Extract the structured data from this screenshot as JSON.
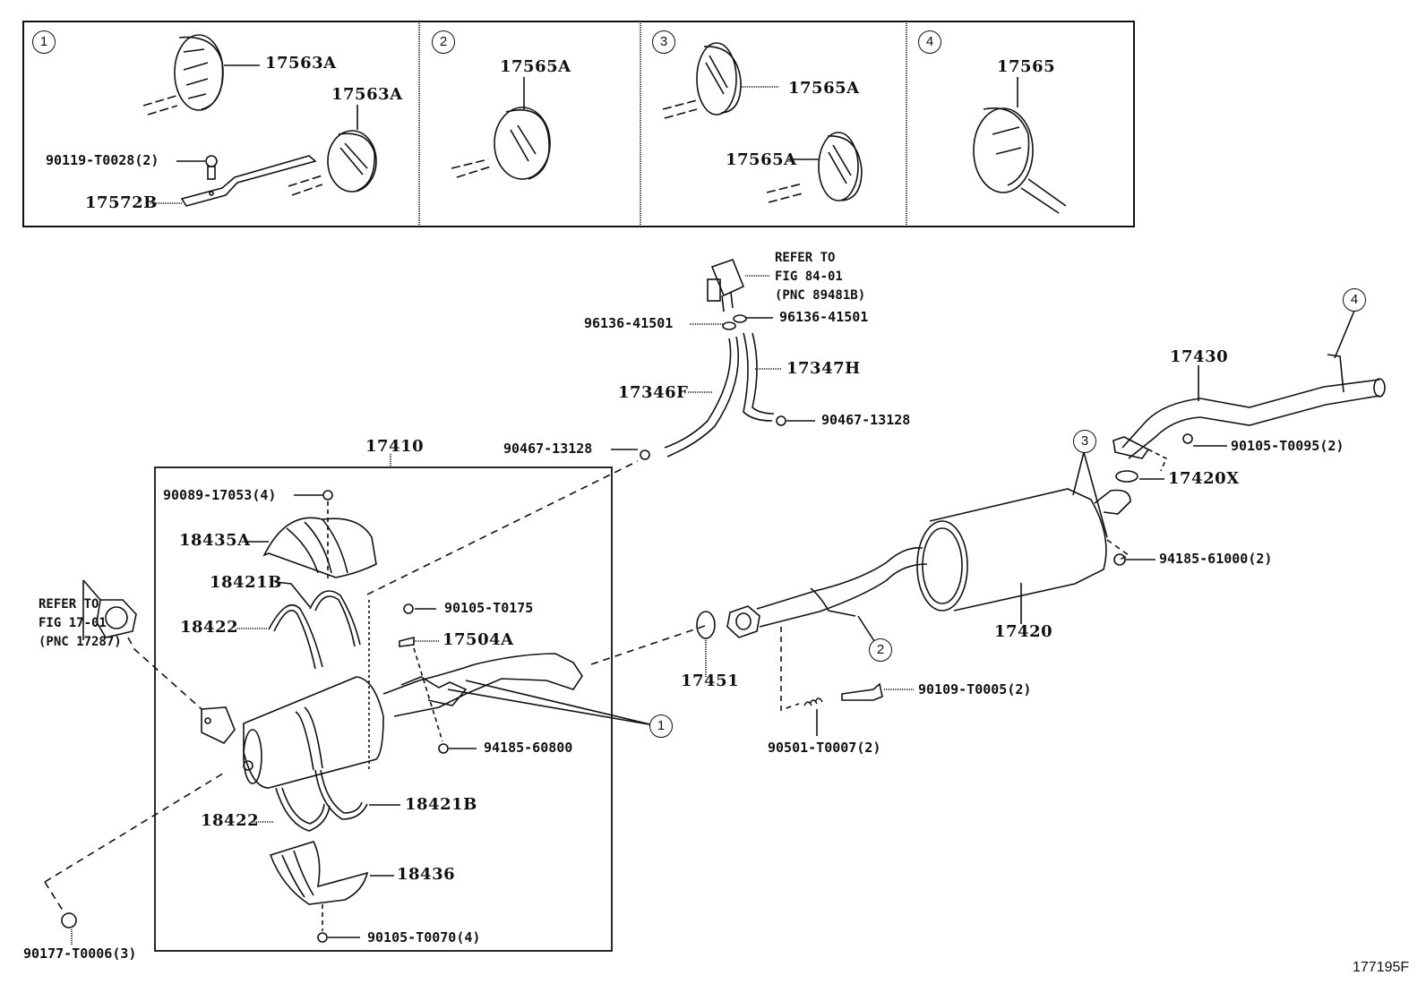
{
  "figure_id": "177195F",
  "detail_panels": [
    {
      "index": "1",
      "labels": [
        "17563A",
        "17563A",
        "90119-T0028(2)",
        "17572B"
      ]
    },
    {
      "index": "2",
      "labels": [
        "17565A"
      ]
    },
    {
      "index": "3",
      "labels": [
        "17565A",
        "17565A"
      ]
    },
    {
      "index": "4",
      "labels": [
        "17565"
      ]
    }
  ],
  "parts": {
    "assembly_17410": "17410",
    "nut_90089": "90089-17053(4)",
    "heat_insulator_upper": "18435A",
    "band_upper_18421b": "18421B",
    "band_upper_18422": "18422",
    "bolt_90105_t0175": "90105-T0175",
    "clamp_17504a": "17504A",
    "nut_94185_60800": "94185-60800",
    "band_lower_18422": "18422",
    "band_lower_18421b": "18421B",
    "heat_insulator_lower": "18436",
    "bolt_90105_t0070": "90105-T0070(4)",
    "nut_90177": "90177-T0006(3)",
    "gasket_17451": "17451",
    "center_pipe_17420": "17420",
    "tail_pipe_17430": "17430",
    "gasket_17420x": "17420X",
    "bolt_90105_t0095": "90105-T0095(2)",
    "nut_94185_61000": "94185-61000(2)",
    "bolt_90109": "90109-T0005(2)",
    "spring_90501": "90501-T0007(2)",
    "hose_17346f": "17346F",
    "hose_17347h": "17347H",
    "clip_90467_left": "90467-13128",
    "clip_90467_right": "90467-13128",
    "clip_96136_left": "96136-41501",
    "clip_96136_right": "96136-41501"
  },
  "references": {
    "sensor": "REFER TO\nFIG 84-01\n(PNC 89481B)",
    "manifold": "REFER TO\nFIG 17-01\n(PNC 17287)"
  },
  "callouts": {
    "c1": "1",
    "c2": "2",
    "c3": "3",
    "c4": "4"
  }
}
